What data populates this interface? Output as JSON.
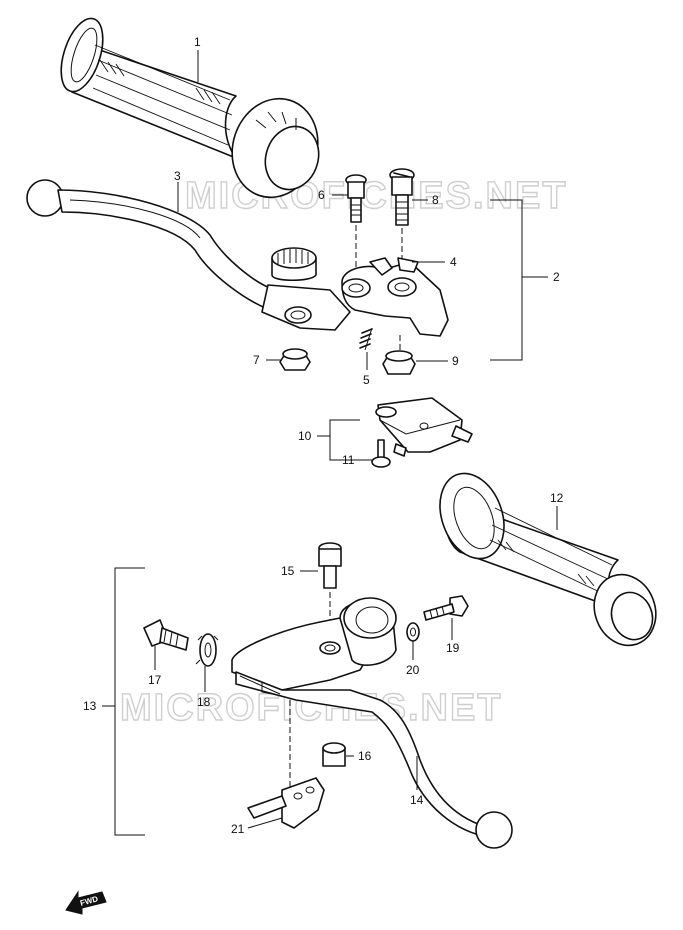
{
  "diagram": {
    "watermark": "MICROFICHES.NET",
    "fwd_label": "FWD",
    "callouts": {
      "c1": "1",
      "c2": "2",
      "c3": "3",
      "c4": "4",
      "c5": "5",
      "c6": "6",
      "c7": "7",
      "c8": "8",
      "c9": "9",
      "c10": "10",
      "c11": "11",
      "c12": "12",
      "c13": "13",
      "c14": "14",
      "c15": "15",
      "c16": "16",
      "c17": "17",
      "c18": "18",
      "c19": "19",
      "c20": "20",
      "c21": "21"
    }
  }
}
